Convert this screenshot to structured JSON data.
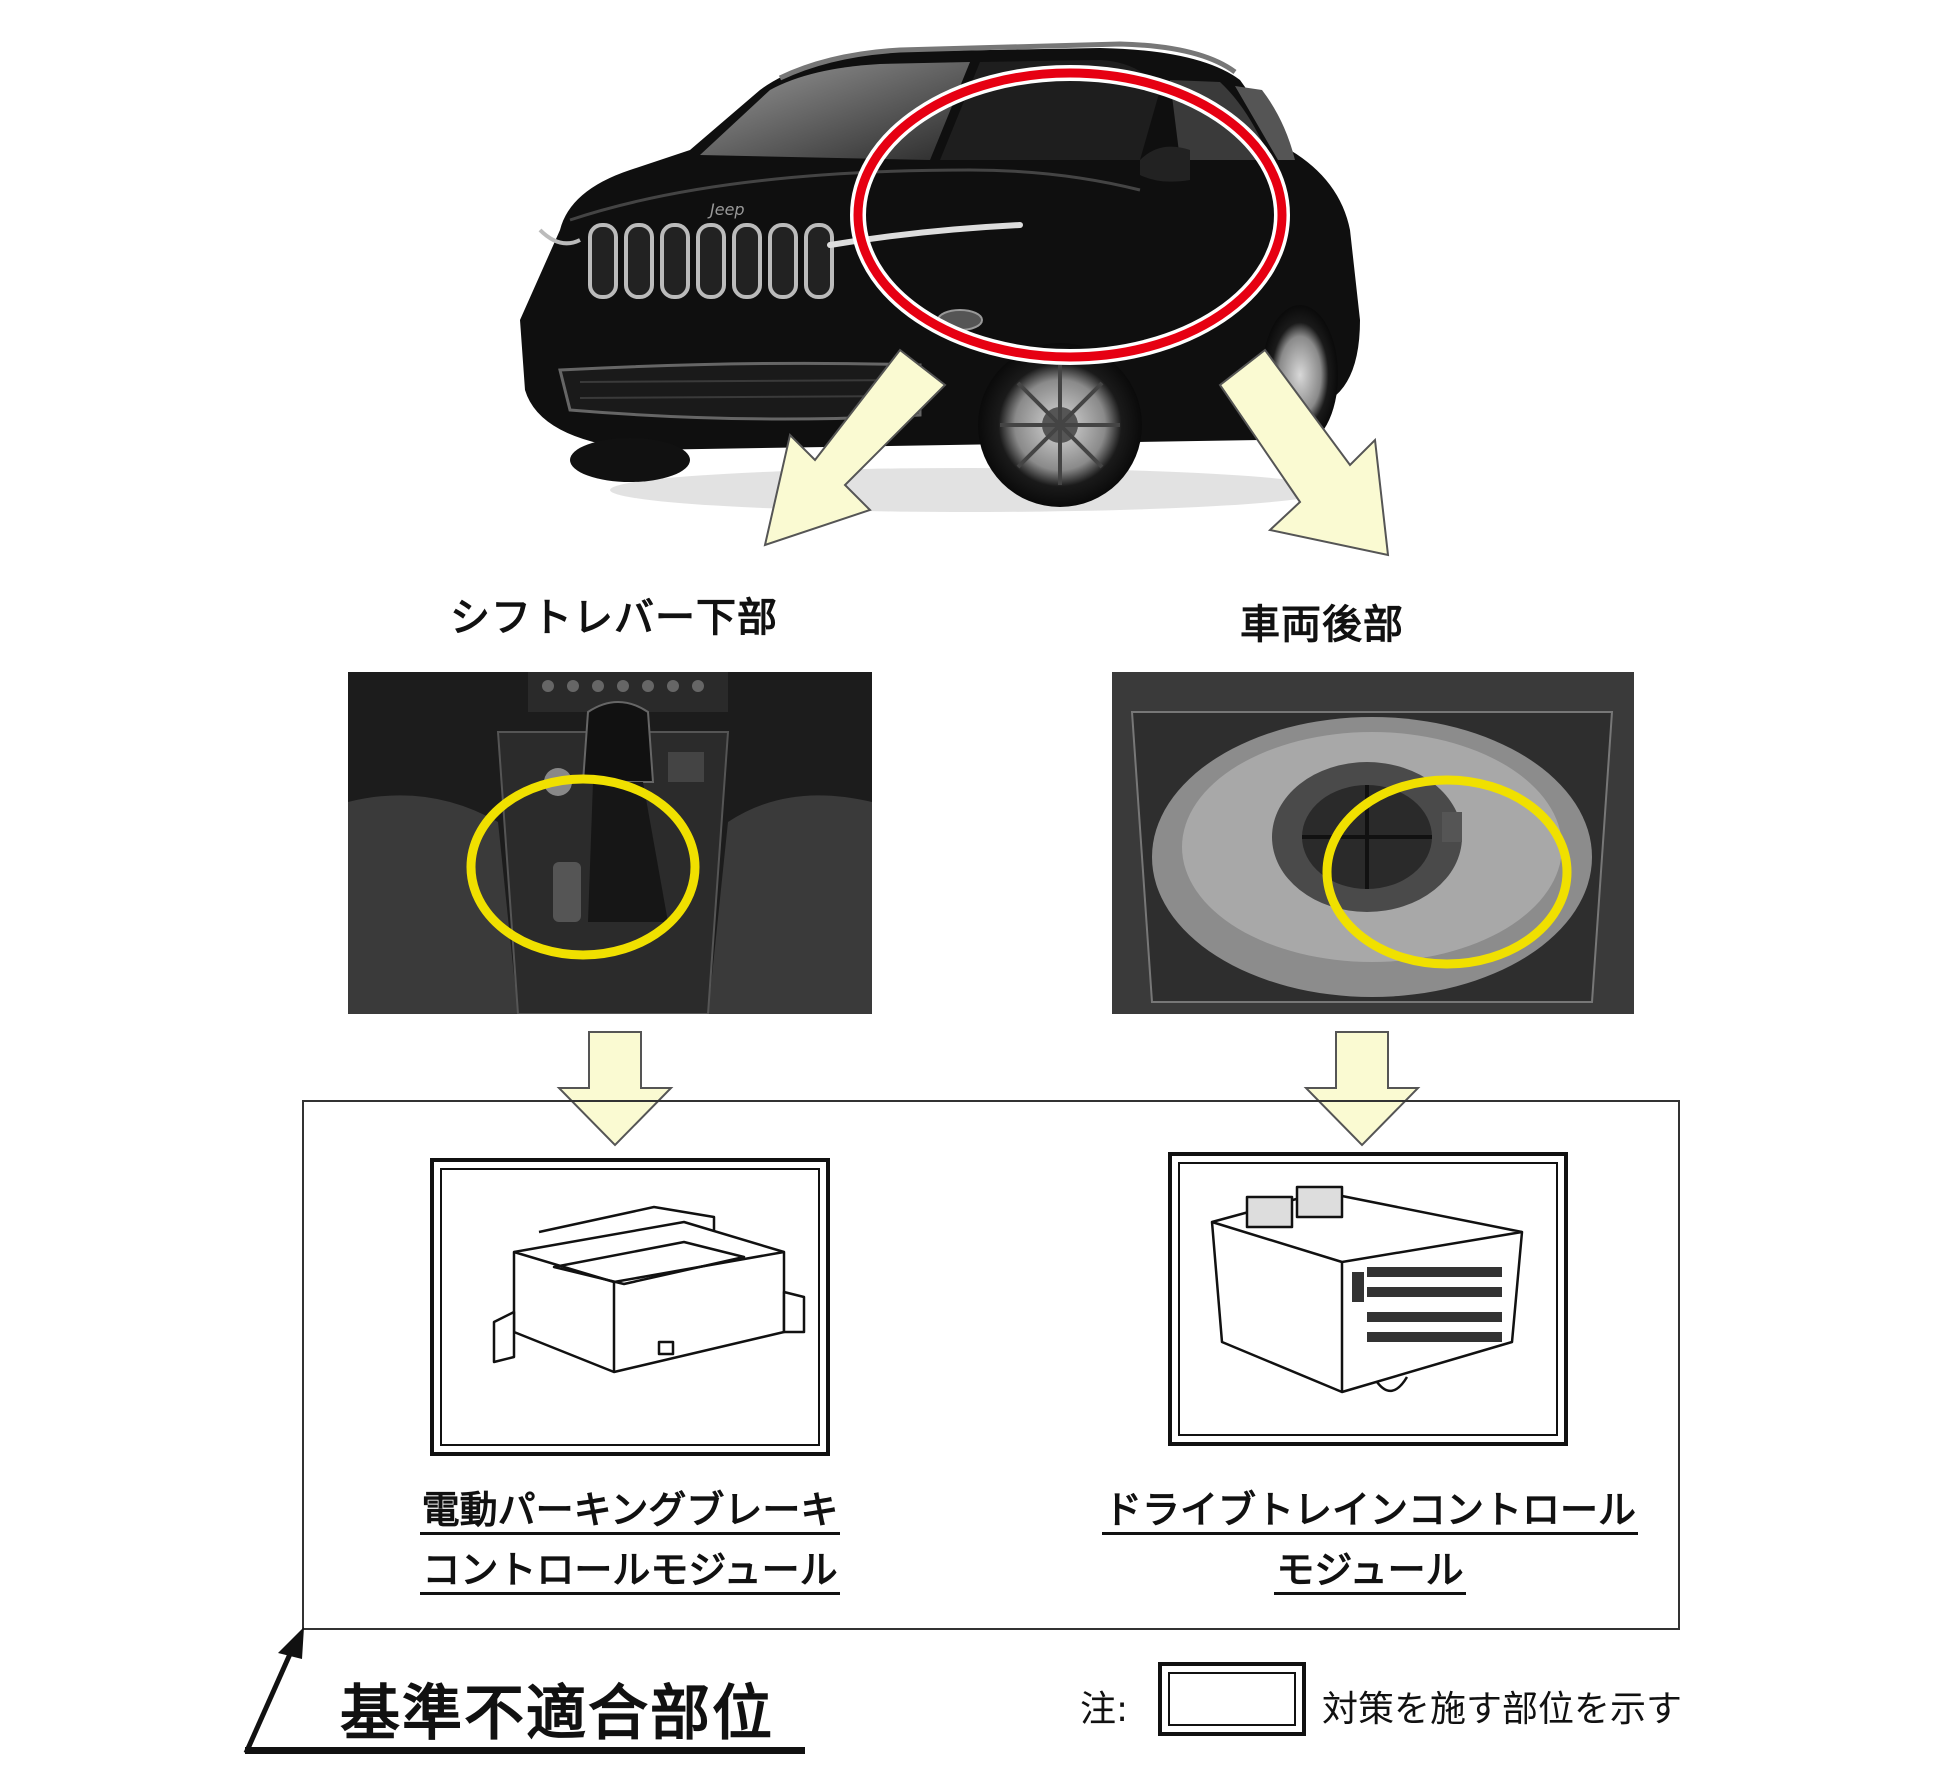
{
  "locations": [
    {
      "label": "シフトレバー下部"
    },
    {
      "label": "車両後部"
    }
  ],
  "modules": [
    {
      "lines": [
        "電動パーキングブレーキ",
        "コントロールモジュール"
      ]
    },
    {
      "lines": [
        "ドライブトレインコントロール",
        "モジュール"
      ]
    }
  ],
  "vehicle_badge": "Jeep",
  "pointer_label": "基準不適合部位",
  "note": {
    "prefix": "注:",
    "text": "対策を施す部位を示す"
  },
  "colors": {
    "vehicle_highlight": "#e60012",
    "part_highlight": "#f0e000",
    "arrow_fill": "#fafad2"
  }
}
